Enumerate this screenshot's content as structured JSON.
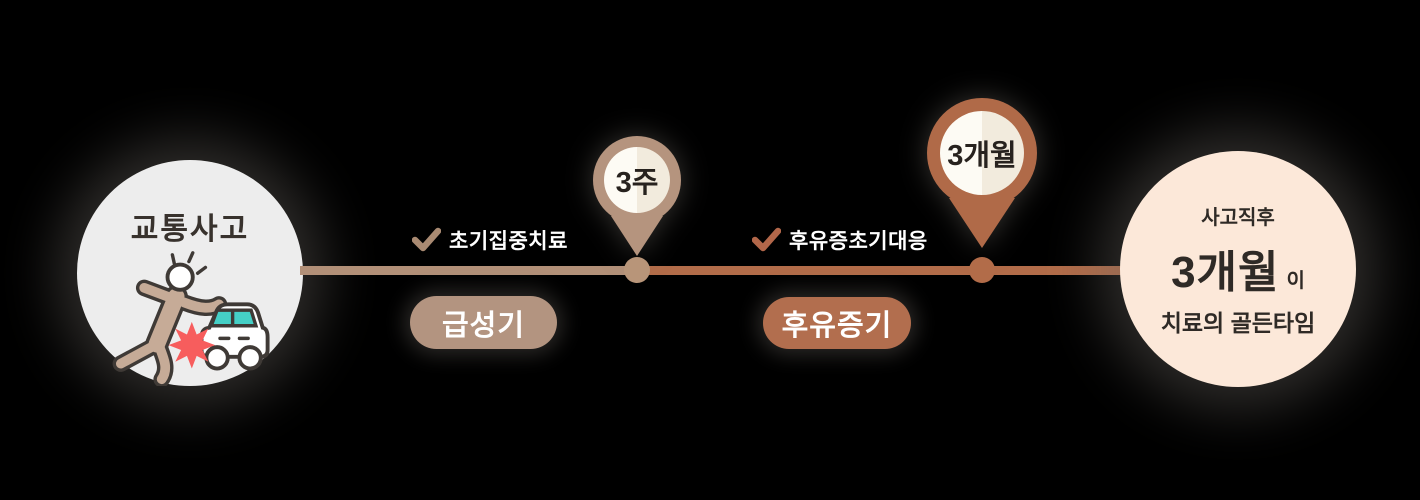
{
  "colors": {
    "background": "#000000",
    "timeline_tan": "#b29078",
    "timeline_rust": "#b26c49",
    "pin_tan": "#b5947e",
    "pin_rust": "#b06a48",
    "badge_tan": "#b39480",
    "badge_rust": "#b26e4e",
    "start_circle_bg": "#ededed",
    "end_circle_bg": "#fce8d9",
    "dark_text": "#2f2a26",
    "white_text": "#ffffff",
    "check_tan": "#a98a72",
    "check_rust": "#b2674a",
    "car_teal": "#45d0c6",
    "impact_red": "#f75d5d",
    "person_tan": "#c6ab97"
  },
  "start_node": {
    "title": "교통사고",
    "icon": "person-hit-by-car"
  },
  "phases": [
    {
      "check_label": "초기집중치료",
      "badge_label": "급성기"
    },
    {
      "check_label": "후유증초기대응",
      "badge_label": "후유증기"
    }
  ],
  "milestones": [
    {
      "label": "3주"
    },
    {
      "label": "3개월"
    }
  ],
  "end_node": {
    "line1": "사고직후",
    "highlight": "3개월",
    "particle": "이",
    "line2": "치료의 골든타임"
  }
}
